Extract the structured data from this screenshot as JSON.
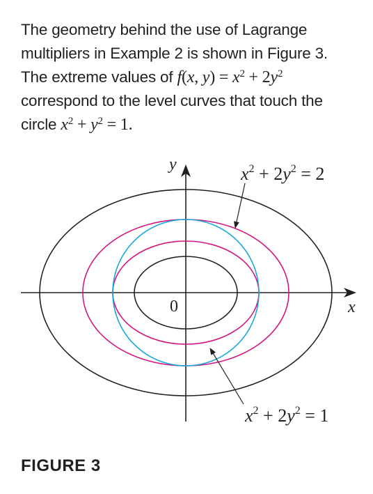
{
  "paragraph": {
    "line1": "The geometry behind the use of Lagrange",
    "line2": "multipliers in Example 2 is shown in Figure 3.",
    "line3_text": "The extreme values of",
    "line3_fname": "f",
    "line3_args_open": "(",
    "line3_x": "x",
    "line3_comma": ", ",
    "line3_y": "y",
    "line3_args_close": ") = ",
    "line3_x2": "x",
    "line3_plus": " + 2",
    "line3_y2": "y",
    "exp": "2",
    "line4": "correspond to the level curves that touch the",
    "line5_text": "circle",
    "line5_x": "x",
    "line5_plus": " + ",
    "line5_y": "y",
    "line5_eq": " = 1."
  },
  "diagram": {
    "axis_x_label": "x",
    "axis_y_label": "y",
    "origin_label": "0",
    "label_top": {
      "x": "x",
      "plus": " + 2",
      "y": "y",
      "rhs": " = 2",
      "exp": "2"
    },
    "label_bottom": {
      "x": "x",
      "plus": " + 2",
      "y": "y",
      "rhs": " = 1",
      "exp": "2"
    },
    "colors": {
      "ellipse": "#231f20",
      "level_curve": "#d4177f",
      "circle": "#1aa7d9"
    }
  },
  "caption": "FIGURE 3"
}
